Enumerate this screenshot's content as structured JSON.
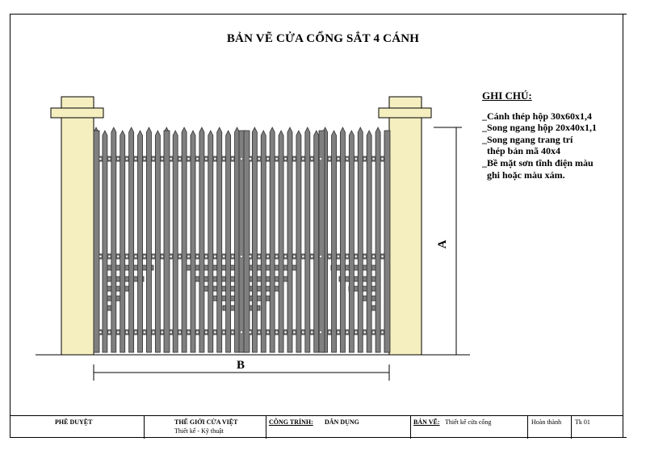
{
  "title": "BẢN VẼ CỬA CỔNG SẮT 4 CÁNH",
  "dimensions": {
    "height_label": "A",
    "width_label": "B"
  },
  "notes": {
    "heading": "GHI CHÚ:",
    "lines": [
      "_Cánh thép hộp 30x60x1,4",
      "_Song ngang hộp 20x40x1,1",
      "_Song ngang trang trí",
      " thép bản mã 40x4",
      "_Bề mặt sơn tĩnh điện màu",
      " ghi hoặc màu xám."
    ]
  },
  "title_block": {
    "approval": "PHÊ DUYỆT",
    "company": "THẾ GIỚI CỬA VIỆT",
    "company_sub": "Thiết kế - Kỹ thuật",
    "project_label": "CÔNG TRÌNH:",
    "project_value": "DÂN DỤNG",
    "drawing_label": "BẢN VẼ:",
    "drawing_value": "Thiết kế cửa cổng",
    "status": "Hoàn thành",
    "sheet": "Tk 01"
  },
  "colors": {
    "pillar": "#f5eebf",
    "gate": "#7f7f7f",
    "gate_line": "#2f2f2f",
    "bolt": "#e8e8e8"
  }
}
